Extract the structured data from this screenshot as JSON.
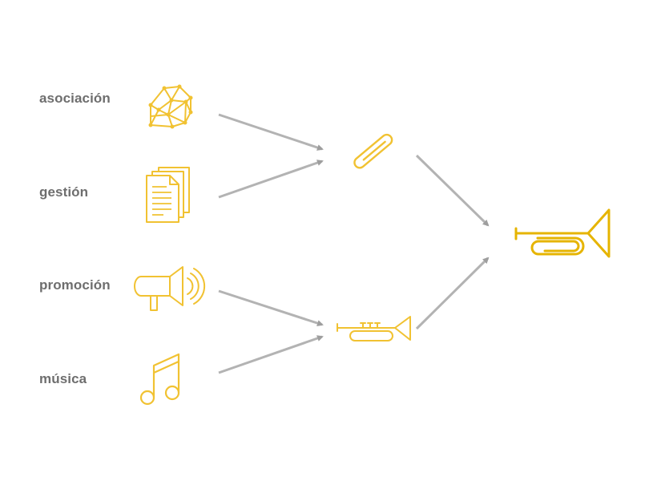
{
  "labels": {
    "asociacion": "asociación",
    "gestion": "gestión",
    "promocion": "promoción",
    "musica": "música"
  },
  "colors": {
    "icon": "#f1c232",
    "icon_final": "#e6b400",
    "arrow": "#b3b3b3",
    "label": "#6e6e6e"
  },
  "icons": {
    "asociacion": "network-brain-icon",
    "gestion": "documents-icon",
    "promocion": "megaphone-icon",
    "musica": "music-note-icon",
    "middle_top": "paperclip-icon",
    "middle_bottom": "trumpet-icon",
    "final": "paperclip-trumpet-icon"
  }
}
